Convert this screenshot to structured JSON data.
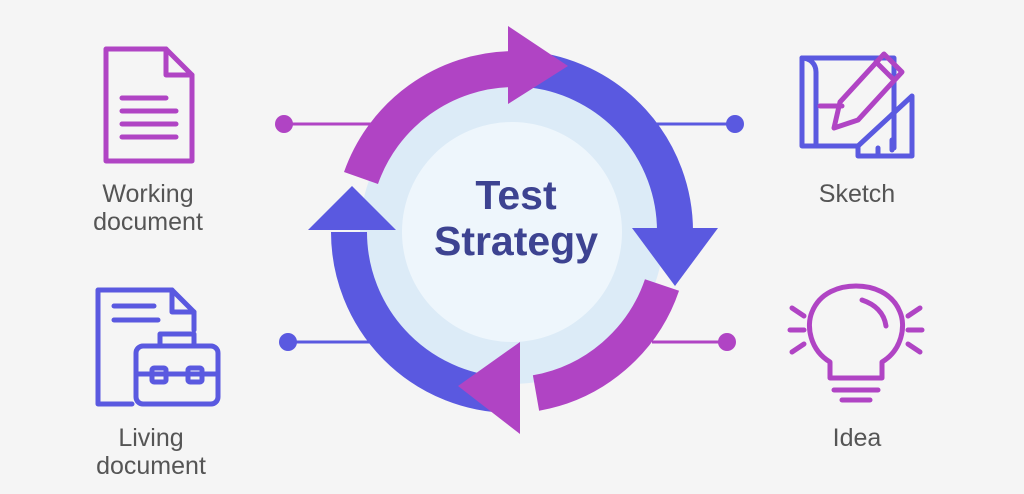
{
  "center": {
    "title": "Test\nStrategy"
  },
  "items": {
    "working": {
      "label": "Working\ndocument"
    },
    "sketch": {
      "label": "Sketch"
    },
    "living": {
      "label": "Living\ndocument"
    },
    "idea": {
      "label": "Idea"
    }
  },
  "colors": {
    "purple": "#b044c4",
    "blue": "#5a59e0",
    "inner_ring": "#dcebf7",
    "center_fill": "#eef6fc",
    "title_text": "#3d4391",
    "label_text": "#555555",
    "background": "#f5f5f5"
  },
  "icons": {
    "working": "document-icon",
    "sketch": "blueprint-pencil-icon",
    "living": "briefcase-document-icon",
    "idea": "lightbulb-icon"
  }
}
